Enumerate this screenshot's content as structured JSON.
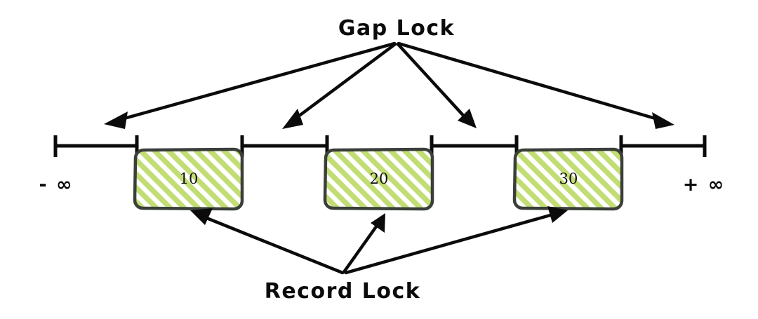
{
  "diagram": {
    "title_top": "Gap Lock",
    "title_bottom": "Record Lock",
    "axis": {
      "left_endpoint_label": "- ∞",
      "right_endpoint_label": "+ ∞"
    },
    "records": [
      {
        "value": "10"
      },
      {
        "value": "20"
      },
      {
        "value": "30"
      }
    ],
    "colors": {
      "hatch_green": "#c2dd74",
      "box_border": "#3a3f3a",
      "ink_black": "#0b0b0b",
      "background": "#ffffff"
    }
  }
}
